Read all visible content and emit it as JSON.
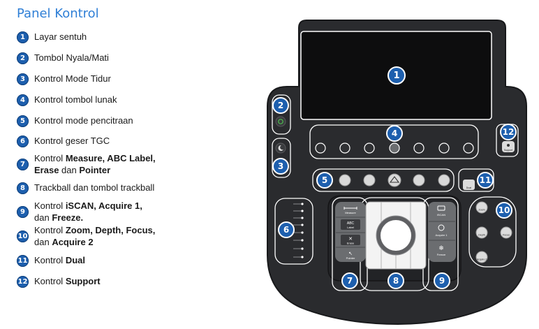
{
  "title": "Panel Kontrol",
  "legend": [
    {
      "n": "1",
      "parts": [
        {
          "t": "Layar sentuh"
        }
      ]
    },
    {
      "n": "2",
      "parts": [
        {
          "t": "Tombol Nyala/Mati"
        }
      ]
    },
    {
      "n": "3",
      "parts": [
        {
          "t": "Kontrol Mode Tidur"
        }
      ]
    },
    {
      "n": "4",
      "parts": [
        {
          "t": "Kontrol tombol lunak"
        }
      ]
    },
    {
      "n": "5",
      "parts": [
        {
          "t": "Kontrol mode pencitraan"
        }
      ]
    },
    {
      "n": "6",
      "parts": [
        {
          "t": "Kontrol geser TGC"
        }
      ]
    },
    {
      "n": "7",
      "parts": [
        {
          "t": "Kontrol "
        },
        {
          "t": "Measure, ABC Label,",
          "b": true
        },
        {
          "br": true
        },
        {
          "t": "Erase",
          "b": true
        },
        {
          "t": " dan "
        },
        {
          "t": "Pointer",
          "b": true
        }
      ]
    },
    {
      "n": "8",
      "parts": [
        {
          "t": "Trackball dan tombol trackball"
        }
      ]
    },
    {
      "n": "9",
      "parts": [
        {
          "t": "Kontrol "
        },
        {
          "t": "iSCAN, Acquire 1,",
          "b": true
        },
        {
          "br": true
        },
        {
          "t": "dan "
        },
        {
          "t": "Freeze.",
          "b": true
        }
      ]
    },
    {
      "n": "10",
      "parts": [
        {
          "t": "Kontrol "
        },
        {
          "t": "Zoom, Depth, Focus,",
          "b": true
        },
        {
          "br": true
        },
        {
          "t": "dan "
        },
        {
          "t": "Acquire 2",
          "b": true
        }
      ]
    },
    {
      "n": "11",
      "parts": [
        {
          "t": "Kontrol "
        },
        {
          "t": "Dual",
          "b": true
        }
      ]
    },
    {
      "n": "12",
      "parts": [
        {
          "t": "Kontrol "
        },
        {
          "t": "Support",
          "b": true
        }
      ]
    }
  ],
  "callouts": [
    "1",
    "2",
    "3",
    "4",
    "5",
    "6",
    "7",
    "8",
    "9",
    "10",
    "11",
    "12"
  ],
  "button_labels": {
    "measure": "Measure",
    "abc_top": "ABC",
    "abc_label": "Label",
    "erase": "Erase",
    "pointer": "Pointer",
    "iscan": "iSCAN",
    "acquire1": "Acquire 1",
    "freeze": "Freeze",
    "zoom": "Zoom",
    "depth": "Depth",
    "focus": "Focus",
    "acquire2": "Acquire 2",
    "dual": "Dual",
    "support": "Support"
  },
  "colors": {
    "accent": "#1d5fae",
    "title": "#2f7fd6",
    "panel": "#2a2b2e",
    "button": "#6b6d70"
  }
}
